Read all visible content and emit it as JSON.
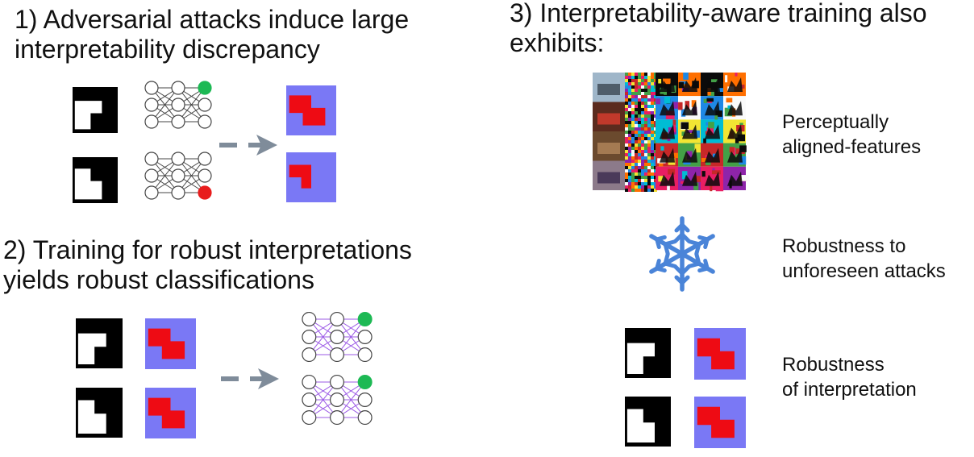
{
  "section1": {
    "lines": [
      "1) Adversarial attacks induce large",
      "interpretability discrepancy"
    ],
    "colors": {
      "class_a": "#1db954",
      "class_b": "#e81c1c"
    }
  },
  "section2": {
    "lines": [
      "2) Training for robust interpretations",
      "yields robust classifications"
    ],
    "colors": {
      "class_a": "#1db954",
      "robust_edges": "#9b59e6"
    }
  },
  "section3": {
    "lines": [
      "3) Interpretability-aware training also",
      "exhibits:"
    ],
    "items": [
      {
        "label_lines": [
          "Perceptually",
          "aligned-features"
        ],
        "icon": "feature-visualization-grid"
      },
      {
        "label_lines": [
          "Robustness to",
          "unforeseen attacks"
        ],
        "icon": "snowflake-icon"
      },
      {
        "label_lines": [
          "Robustness",
          "of interpretation"
        ],
        "icon": "interpretation-map-pairs"
      }
    ]
  },
  "palette": {
    "map_bg": "#7a78f5",
    "map_highlight": "#ee0b14",
    "arrow": "#7f8c9a",
    "snowflake": "#4a84d8"
  }
}
